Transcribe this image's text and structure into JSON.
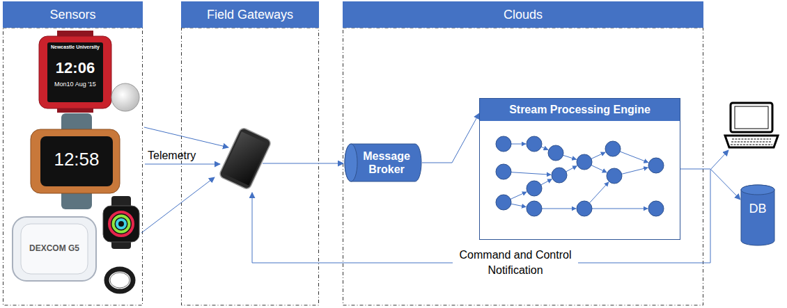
{
  "diagram": {
    "nodes": [
      {
        "text": [
          "Sensors"
        ]
      },
      {
        "text": [
          "Field Gateways"
        ]
      },
      {
        "text": [
          "Clouds"
        ]
      },
      {
        "text": [
          "Message Broker"
        ],
        "in": 2
      },
      {
        "text": [
          "Stream Processing Engine"
        ],
        "in": 2
      },
      {
        "text": [
          "DB"
        ]
      }
    ],
    "edges": [
      {
        "from": 3,
        "to": 4,
        "arrow": "to"
      },
      {
        "from": 4,
        "to": 5,
        "arrow": "to"
      }
    ],
    "labels": [
      "Telemetry",
      "Command and Control Notification",
      "Newcastle University",
      "12:06",
      "Mon10 Aug '15",
      "12:58",
      "DEXCOM G5"
    ]
  }
}
